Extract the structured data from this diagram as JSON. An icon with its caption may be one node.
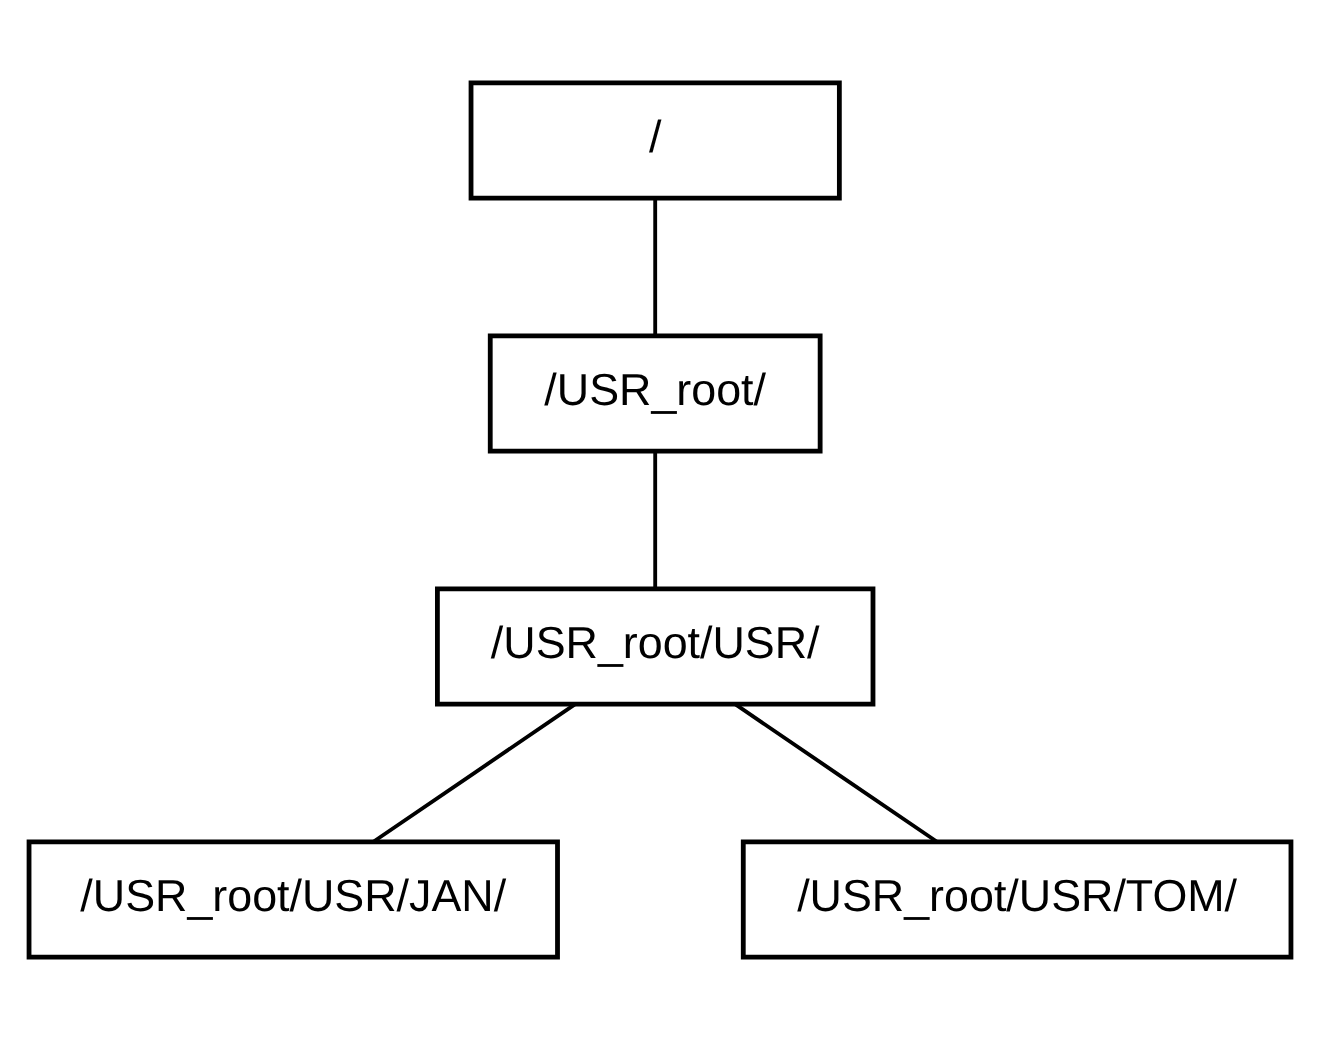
{
  "diagram": {
    "nodes": [
      {
        "text": [
          "/"
        ]
      },
      {
        "text": [
          "/USR_root/"
        ]
      },
      {
        "text": [
          "/USR_root/USR/"
        ]
      },
      {
        "text": [
          "/USR_root/USR/JAN/"
        ]
      },
      {
        "text": [
          "/USR_root/USR/TOM/"
        ]
      }
    ],
    "edges": [
      {
        "from": 0,
        "to": 1,
        "arrow": "none"
      },
      {
        "from": 1,
        "to": 2,
        "arrow": "none"
      },
      {
        "from": 2,
        "to": 3,
        "arrow": "none"
      },
      {
        "from": 2,
        "to": 4,
        "arrow": "none"
      }
    ]
  }
}
